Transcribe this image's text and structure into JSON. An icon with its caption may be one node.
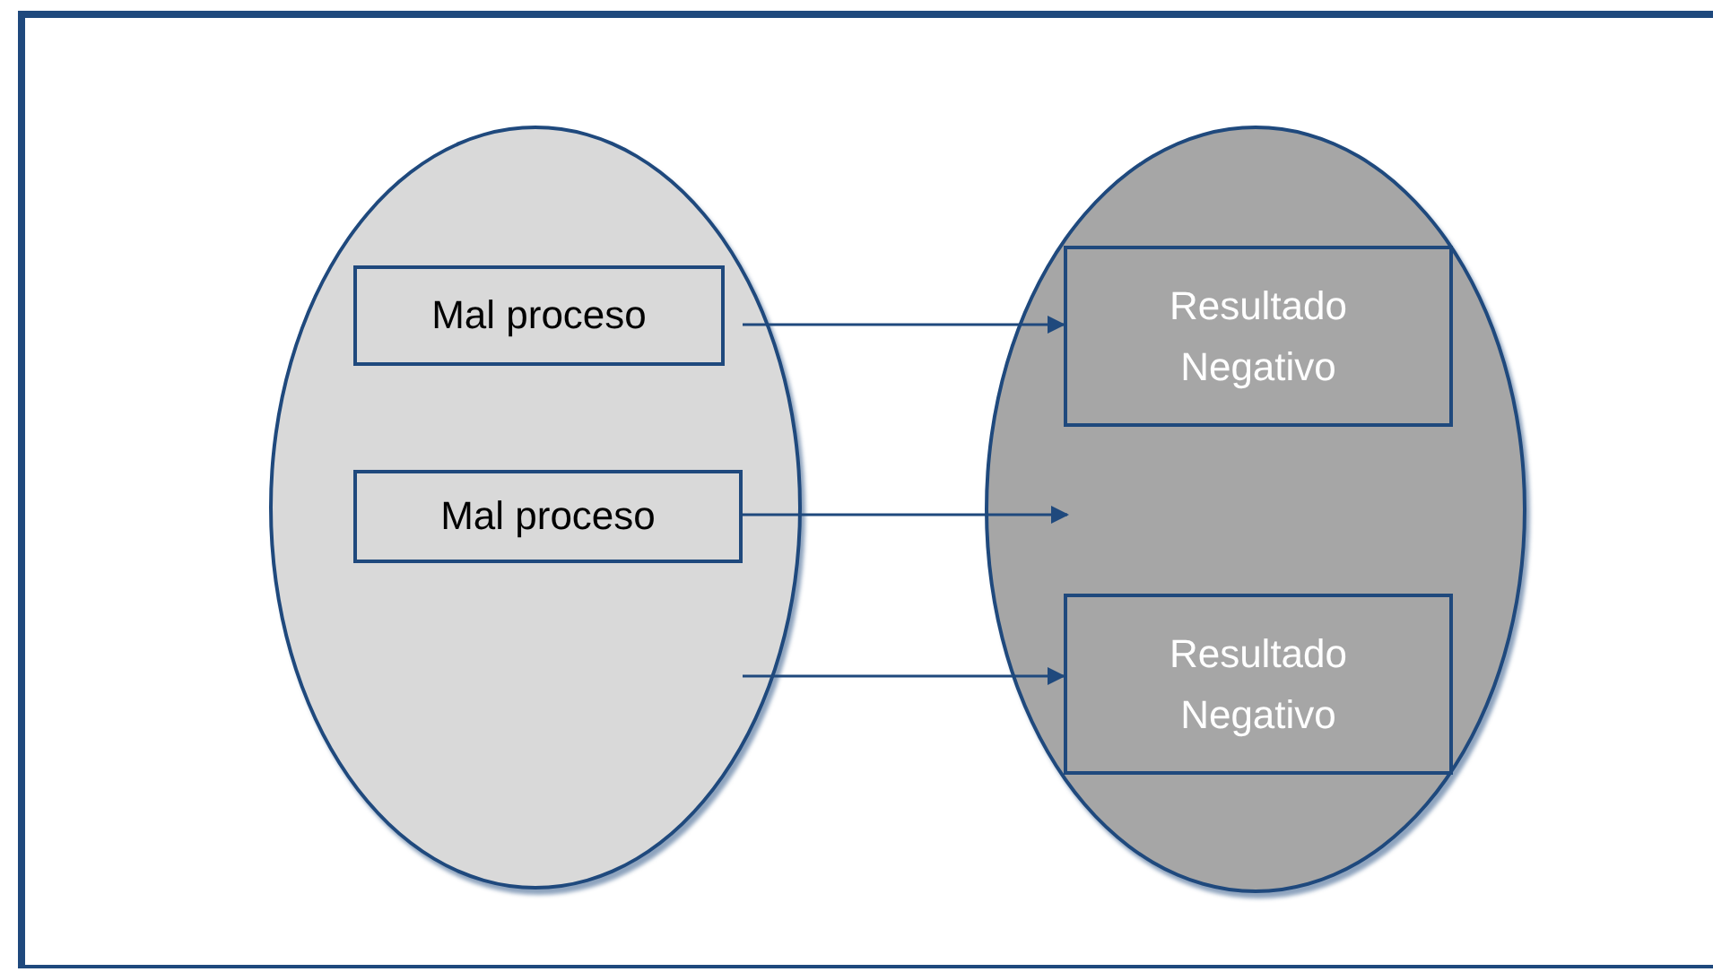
{
  "diagram": {
    "nodes": [
      {
        "text": [],
        "shape": "ellipse"
      },
      {
        "text": [
          "Mal proceso"
        ],
        "in": 0
      },
      {
        "text": [
          "Mal proceso"
        ],
        "in": 0
      },
      {
        "text": [],
        "shape": "ellipse"
      },
      {
        "text": [
          "Resultado Negativo"
        ],
        "in": 3
      },
      {
        "text": [
          "Resultado Negativo"
        ],
        "in": 3
      }
    ],
    "edges": [
      {
        "from": 1,
        "to": 4,
        "arrow": "to"
      },
      {
        "from": 2,
        "to": null,
        "arrow": "to"
      },
      {
        "from": null,
        "to": 5,
        "arrow": "to"
      }
    ]
  }
}
